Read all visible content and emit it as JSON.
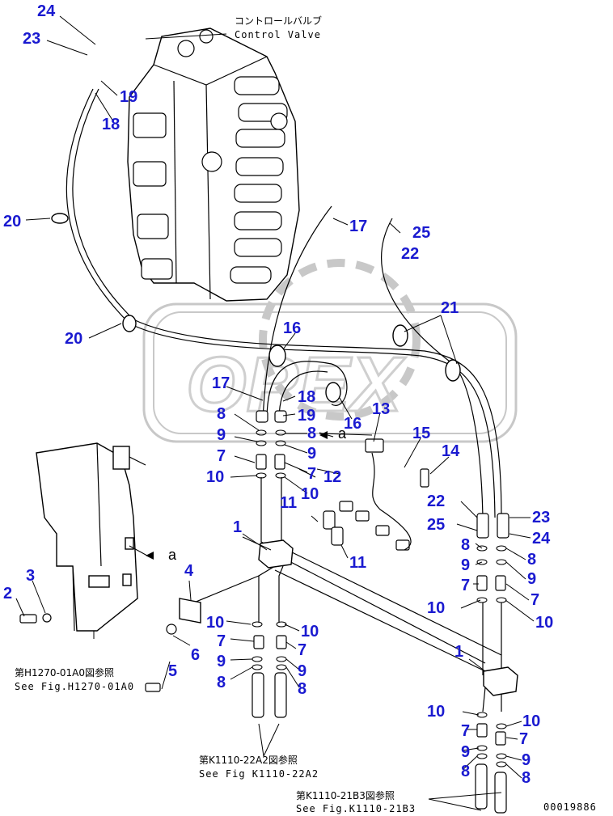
{
  "watermark": {
    "text": "OPEX"
  },
  "view_marker": "a",
  "captions": {
    "control_valve_jp": "コントロールバルブ",
    "control_valve_en": "Control Valve",
    "ref1_jp": "第H1270-01A0図参照",
    "ref1_en": "See Fig.H1270-01A0",
    "ref2_jp": "第K1110-22A2図参照",
    "ref2_en": "See Fig K1110-22A2",
    "ref3_jp": "第K1110-21B3図参照",
    "ref3_en": "See Fig.K1110-21B3",
    "drawing_number": "00019886"
  },
  "callouts": [
    "24",
    "23",
    "19",
    "18",
    "20",
    "20",
    "17",
    "25",
    "22",
    "21",
    "16",
    "17",
    "18",
    "19",
    "16",
    "13",
    "15",
    "14",
    "12",
    "8",
    "9",
    "7",
    "10",
    "8",
    "9",
    "7",
    "10",
    "11",
    "1",
    "11",
    "4",
    "3",
    "2",
    "5",
    "6",
    "10",
    "7",
    "9",
    "8",
    "10",
    "7",
    "9",
    "8",
    "22",
    "25",
    "23",
    "24",
    "8",
    "9",
    "7",
    "10",
    "8",
    "9",
    "7",
    "10",
    "1",
    "10",
    "7",
    "9",
    "8",
    "10",
    "7",
    "9",
    "8"
  ]
}
